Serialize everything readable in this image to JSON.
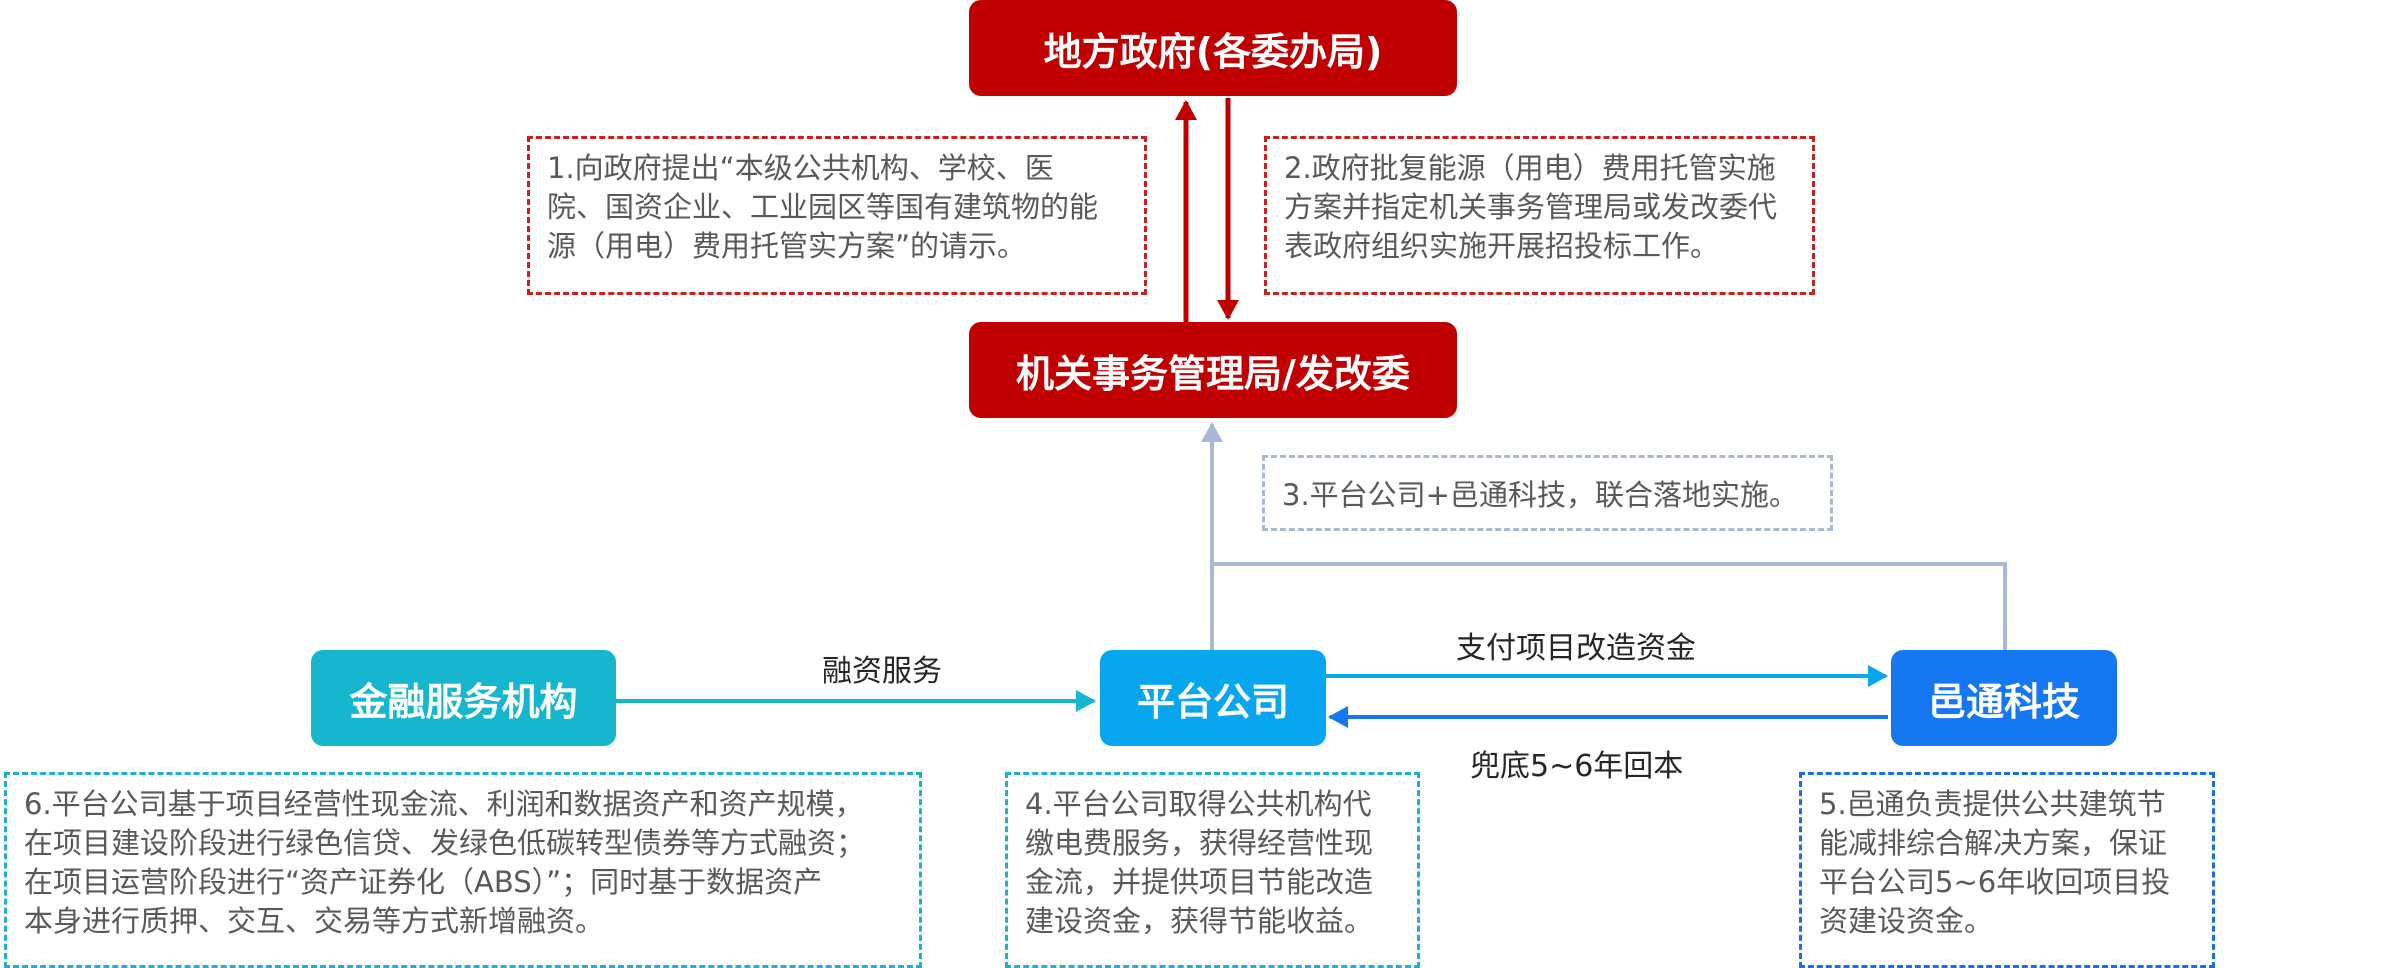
{
  "nodes": {
    "gov": "地方政府(各委办局)",
    "bureau": "机关事务管理局/发改委",
    "finance": "金融服务机构",
    "platform": "平台公司",
    "yitong": "邑通科技"
  },
  "notes": {
    "n1": [
      "1.向政府提出“本级公共机构、学校、医",
      "院、国资企业、工业园区等国有建筑物的能",
      "源（用电）费用托管实方案”的请示。"
    ],
    "n2": [
      "2.政府批复能源（用电）费用托管实施",
      "方案并指定机关事务管理局或发改委代",
      "表政府组织实施开展招投标工作。"
    ],
    "n3": [
      "3.平台公司+邑通科技，联合落地实施。"
    ],
    "n4": [
      "4.平台公司取得公共机构代",
      "缴电费服务，获得经营性现",
      "金流，并提供项目节能改造",
      "建设资金，获得节能收益。"
    ],
    "n5": [
      "5.邑通负责提供公共建筑节",
      "能减排综合解决方案，保证",
      "平台公司5~6年收回项目投",
      "资建设资金。"
    ],
    "n6": [
      "6.平台公司基于项目经营性现金流、利润和数据资产和资产规模，",
      "在项目建设阶段进行绿色信贷、发绿色低碳转型债券等方式融资；",
      "在项目运营阶段进行“资产证券化（ABS）”；同时基于数据资产",
      "本身进行质押、交互、交易等方式新增融资。"
    ]
  },
  "edges": {
    "financing": "融资服务",
    "pay": "支付项目改造资金",
    "guarantee": "兜底5~6年回本"
  },
  "colors": {
    "red": "#c00000",
    "cyan": "#17b6cf",
    "sky": "#07a6ee",
    "blue": "#1677f2",
    "gray_line": "#a8b8d8"
  }
}
